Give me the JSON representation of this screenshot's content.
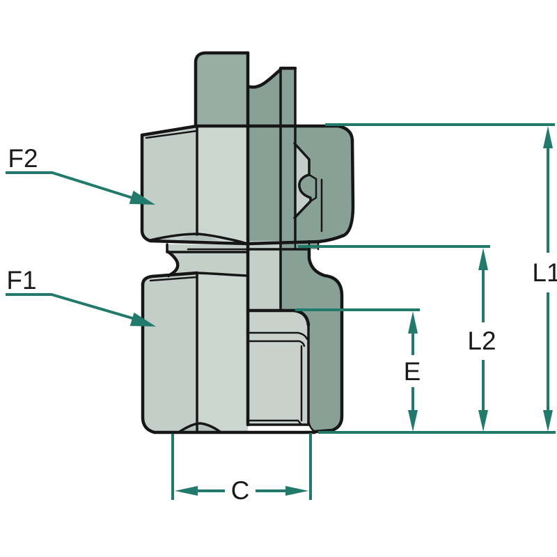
{
  "drawing": {
    "kind": "technical-diagram",
    "labels": {
      "f2": "F2",
      "f1": "F1",
      "l1": "L1",
      "l2": "L2",
      "e": "E",
      "c": "C"
    },
    "colors": {
      "background": "#FFFFFF",
      "outline": "#161616",
      "dimension_accent": "#227A6C",
      "label_text": "#1A1A1A",
      "body_face_light": "#CCD6D0",
      "body_face_shaded": "#C4CEC8",
      "chamfer_shade": "#B3C1BA",
      "tube_face": "#97ADA3",
      "section_cut_dark": "#87A197",
      "section_inner_light": "#C5CFC9"
    }
  }
}
